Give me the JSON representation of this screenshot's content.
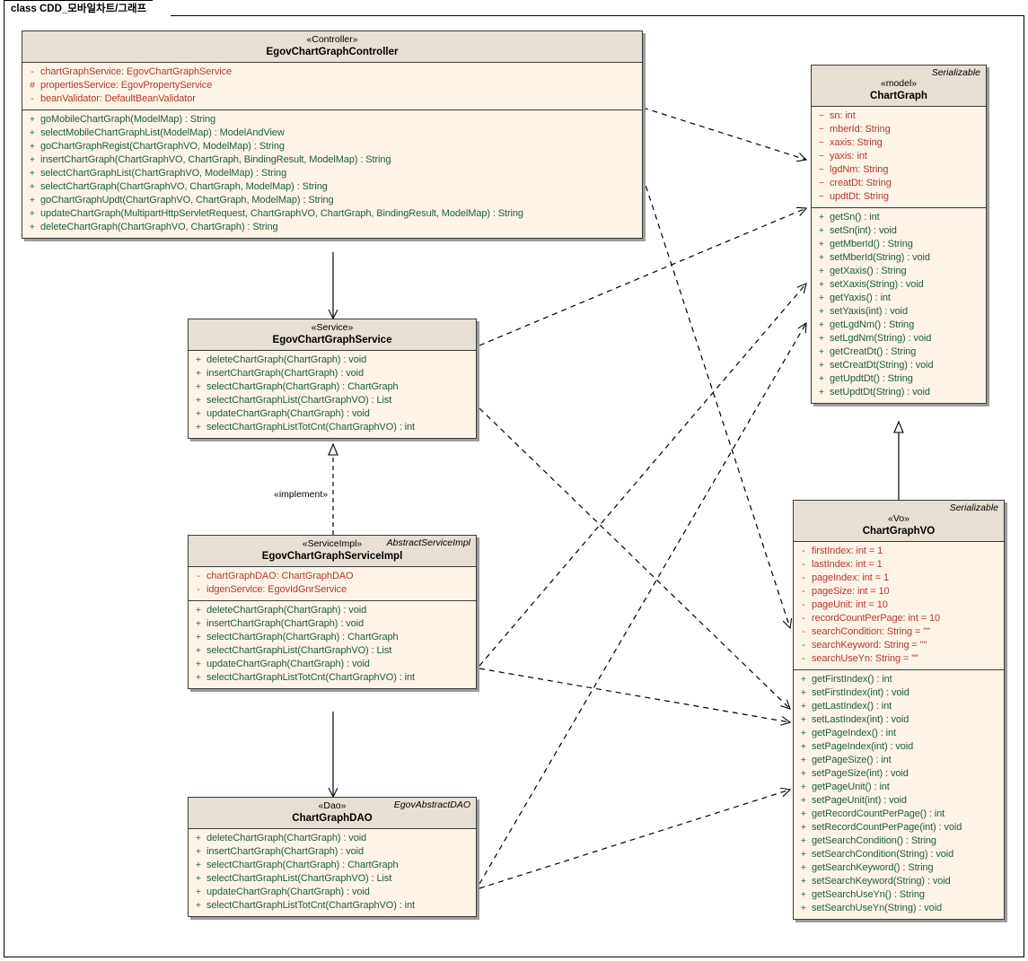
{
  "diagram": {
    "title": "class CDD_모바일차트/그래프",
    "colors": {
      "header_fill": "#e7dfd3",
      "body_fill": "#fdf4e7",
      "border": "#3a3a3a",
      "attribute_text": "#b03a2e",
      "method_text": "#1d5c41",
      "shadow": "#9b9b9b"
    }
  },
  "classes": {
    "controller": {
      "stereotype": "«Controller»",
      "name": "EgovChartGraphController",
      "parent": "",
      "attributes": [
        {
          "vis": "-",
          "text": "chartGraphService:  EgovChartGraphService"
        },
        {
          "vis": "#",
          "text": "propertiesService:  EgovPropertyService"
        },
        {
          "vis": "-",
          "text": "beanValidator:  DefaultBeanValidator"
        }
      ],
      "methods": [
        {
          "vis": "+",
          "text": "goMobileChartGraph(ModelMap) : String"
        },
        {
          "vis": "+",
          "text": "selectMobileChartGraphList(ModelMap) : ModelAndView"
        },
        {
          "vis": "+",
          "text": "goChartGraphRegist(ChartGraphVO, ModelMap) : String"
        },
        {
          "vis": "+",
          "text": "insertChartGraph(ChartGraphVO, ChartGraph, BindingResult, ModelMap) : String"
        },
        {
          "vis": "+",
          "text": "selectChartGraphList(ChartGraphVO, ModelMap) : String"
        },
        {
          "vis": "+",
          "text": "selectChartGraph(ChartGraphVO, ChartGraph, ModelMap) : String"
        },
        {
          "vis": "+",
          "text": "goChartGraphUpdt(ChartGraphVO, ChartGraph, ModelMap) : String"
        },
        {
          "vis": "+",
          "text": "updateChartGraph(MultipartHttpServletRequest, ChartGraphVO, ChartGraph, BindingResult, ModelMap) : String"
        },
        {
          "vis": "+",
          "text": "deleteChartGraph(ChartGraphVO, ChartGraph) : String"
        }
      ]
    },
    "service": {
      "stereotype": "«Service»",
      "name": "EgovChartGraphService",
      "parent": "",
      "attributes": [],
      "methods": [
        {
          "vis": "+",
          "text": "deleteChartGraph(ChartGraph) : void"
        },
        {
          "vis": "+",
          "text": "insertChartGraph(ChartGraph) : void"
        },
        {
          "vis": "+",
          "text": "selectChartGraph(ChartGraph) : ChartGraph"
        },
        {
          "vis": "+",
          "text": "selectChartGraphList(ChartGraphVO) : List"
        },
        {
          "vis": "+",
          "text": "updateChartGraph(ChartGraph) : void"
        },
        {
          "vis": "+",
          "text": "selectChartGraphListTotCnt(ChartGraphVO) : int"
        }
      ]
    },
    "service_impl": {
      "stereotype": "«ServiceImpl»",
      "name": "EgovChartGraphServiceImpl",
      "parent": "AbstractServiceImpl",
      "attributes": [
        {
          "vis": "-",
          "text": "chartGraphDAO:  ChartGraphDAO"
        },
        {
          "vis": "-",
          "text": "idgenService:  EgovIdGnrService"
        }
      ],
      "methods": [
        {
          "vis": "+",
          "text": "deleteChartGraph(ChartGraph) : void"
        },
        {
          "vis": "+",
          "text": "insertChartGraph(ChartGraph) : void"
        },
        {
          "vis": "+",
          "text": "selectChartGraph(ChartGraph) : ChartGraph"
        },
        {
          "vis": "+",
          "text": "selectChartGraphList(ChartGraphVO) : List"
        },
        {
          "vis": "+",
          "text": "updateChartGraph(ChartGraph) : void"
        },
        {
          "vis": "+",
          "text": "selectChartGraphListTotCnt(ChartGraphVO) : int"
        }
      ]
    },
    "dao": {
      "stereotype": "«Dao»",
      "name": "ChartGraphDAO",
      "parent": "EgovAbstractDAO",
      "attributes": [],
      "methods": [
        {
          "vis": "+",
          "text": "deleteChartGraph(ChartGraph) : void"
        },
        {
          "vis": "+",
          "text": "insertChartGraph(ChartGraph) : void"
        },
        {
          "vis": "+",
          "text": "selectChartGraph(ChartGraph) : ChartGraph"
        },
        {
          "vis": "+",
          "text": "selectChartGraphList(ChartGraphVO) : List"
        },
        {
          "vis": "+",
          "text": "updateChartGraph(ChartGraph) : void"
        },
        {
          "vis": "+",
          "text": "selectChartGraphListTotCnt(ChartGraphVO) : int"
        }
      ]
    },
    "model": {
      "stereotype": "«model»",
      "name": "ChartGraph",
      "parent": "Serializable",
      "attributes": [
        {
          "vis": "~",
          "text": "sn: int"
        },
        {
          "vis": "~",
          "text": "mberId: String"
        },
        {
          "vis": "~",
          "text": "xaxis: String"
        },
        {
          "vis": "~",
          "text": "yaxis: int"
        },
        {
          "vis": "~",
          "text": "lgdNm: String"
        },
        {
          "vis": "~",
          "text": "creatDt: String"
        },
        {
          "vis": "~",
          "text": "updtDt: String"
        }
      ],
      "methods": [
        {
          "vis": "+",
          "text": "getSn() : int"
        },
        {
          "vis": "+",
          "text": "setSn(int) : void"
        },
        {
          "vis": "+",
          "text": "getMberId() : String"
        },
        {
          "vis": "+",
          "text": "setMberId(String) : void"
        },
        {
          "vis": "+",
          "text": "getXaxis() : String"
        },
        {
          "vis": "+",
          "text": "setXaxis(String) : void"
        },
        {
          "vis": "+",
          "text": "getYaxis() : int"
        },
        {
          "vis": "+",
          "text": "setYaxis(int) : void"
        },
        {
          "vis": "+",
          "text": "getLgdNm() : String"
        },
        {
          "vis": "+",
          "text": "setLgdNm(String) : void"
        },
        {
          "vis": "+",
          "text": "getCreatDt() : String"
        },
        {
          "vis": "+",
          "text": "setCreatDt(String) : void"
        },
        {
          "vis": "+",
          "text": "getUpdtDt() : String"
        },
        {
          "vis": "+",
          "text": "setUpdtDt(String) : void"
        }
      ]
    },
    "vo": {
      "stereotype": "«Vo»",
      "name": "ChartGraphVO",
      "parent": "Serializable",
      "attributes": [
        {
          "vis": "-",
          "text": "firstIndex:  int = 1"
        },
        {
          "vis": "-",
          "text": "lastIndex:  int = 1"
        },
        {
          "vis": "-",
          "text": "pageIndex:  int = 1"
        },
        {
          "vis": "-",
          "text": "pageSize:  int = 10"
        },
        {
          "vis": "-",
          "text": "pageUnit:  int = 10"
        },
        {
          "vis": "-",
          "text": "recordCountPerPage:  int = 10"
        },
        {
          "vis": "-",
          "text": "searchCondition:  String = \"\""
        },
        {
          "vis": "-",
          "text": "searchKeyword:  String = \"\""
        },
        {
          "vis": "-",
          "text": "searchUseYn:  String = \"\""
        }
      ],
      "methods": [
        {
          "vis": "+",
          "text": "getFirstIndex() : int"
        },
        {
          "vis": "+",
          "text": "setFirstIndex(int) : void"
        },
        {
          "vis": "+",
          "text": "getLastIndex() : int"
        },
        {
          "vis": "+",
          "text": "setLastIndex(int) : void"
        },
        {
          "vis": "+",
          "text": "getPageIndex() : int"
        },
        {
          "vis": "+",
          "text": "setPageIndex(int) : void"
        },
        {
          "vis": "+",
          "text": "getPageSize() : int"
        },
        {
          "vis": "+",
          "text": "setPageSize(int) : void"
        },
        {
          "vis": "+",
          "text": "getPageUnit() : int"
        },
        {
          "vis": "+",
          "text": "setPageUnit(int) : void"
        },
        {
          "vis": "+",
          "text": "getRecordCountPerPage() : int"
        },
        {
          "vis": "+",
          "text": "setRecordCountPerPage(int) : void"
        },
        {
          "vis": "+",
          "text": "getSearchCondition() : String"
        },
        {
          "vis": "+",
          "text": "setSearchCondition(String) : void"
        },
        {
          "vis": "+",
          "text": "getSearchKeyword() : String"
        },
        {
          "vis": "+",
          "text": "setSearchKeyword(String) : void"
        },
        {
          "vis": "+",
          "text": "getSearchUseYn() : String"
        },
        {
          "vis": "+",
          "text": "setSearchUseYn(String) : void"
        }
      ]
    }
  },
  "relationships": {
    "implement_label": "«implement»"
  }
}
